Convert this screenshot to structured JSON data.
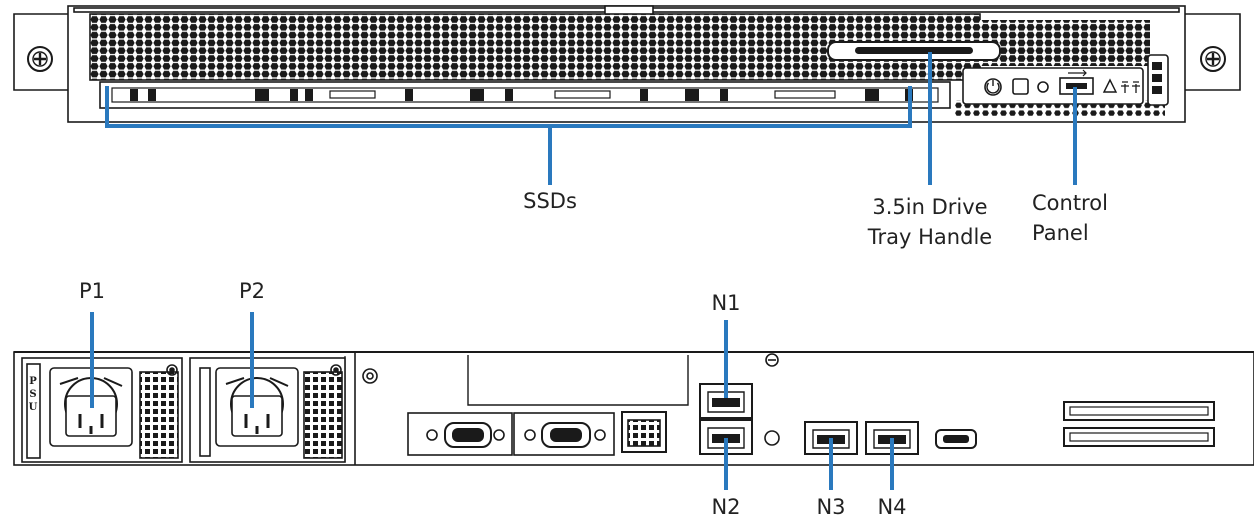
{
  "colors": {
    "line": "#1a1a1a",
    "callout": "#2a79be",
    "chassis": "#ffffff",
    "label_text": "#222222"
  },
  "front": {
    "labels": {
      "ssds": "SSDs",
      "drive_tray_line1": "3.5in Drive",
      "drive_tray_line2": "Tray Handle",
      "control_panel_line1": "Control",
      "control_panel_line2": "Panel"
    }
  },
  "rear": {
    "labels": {
      "p1": "P1",
      "p2": "P2",
      "n1": "N1",
      "n2": "N2",
      "n3": "N3",
      "n4": "N4"
    },
    "psu_marking": [
      "P",
      "S",
      "U"
    ]
  },
  "icons": {
    "rack_screw": "rack-screw-icon",
    "power_button": "power-button-icon",
    "usb": "usb-icon",
    "warning": "warning-icon",
    "network_status": "network-status-icon"
  }
}
